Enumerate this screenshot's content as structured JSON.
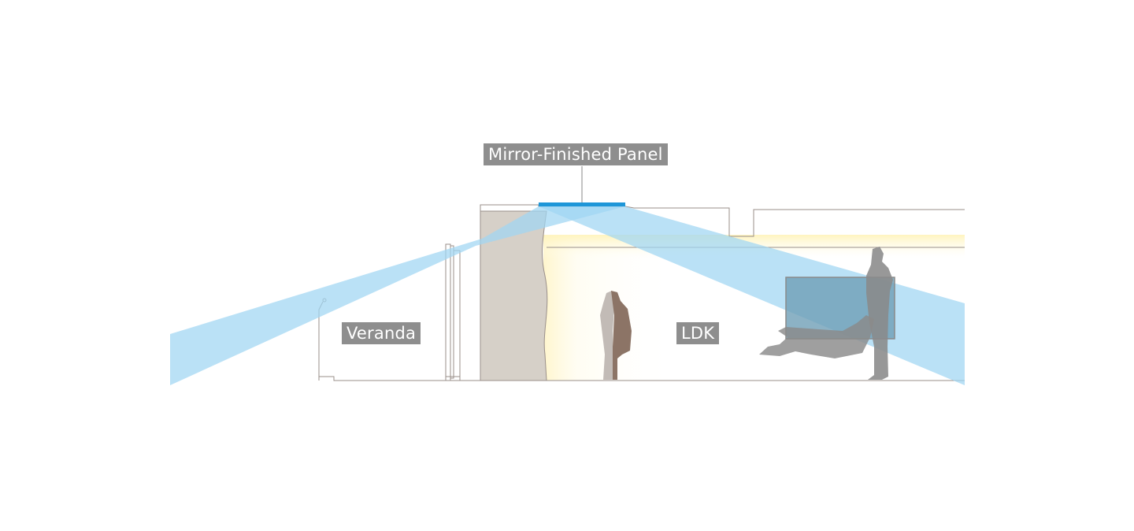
{
  "labels": {
    "panel": "Mirror-Finished Panel",
    "veranda": "Veranda",
    "ldk": "LDK"
  },
  "colors": {
    "light_beam": "#9fd6f2",
    "panel": "#1e96d8",
    "line": "#9a8f8a",
    "wall": "#d6d0c8",
    "label_bg": "#8e8e8e",
    "label_text": "#ffffff",
    "person_front": "#8c7466",
    "person_back": "#b7b0ab",
    "figures": "#8a8a8a",
    "glow": "#fff6cc"
  }
}
